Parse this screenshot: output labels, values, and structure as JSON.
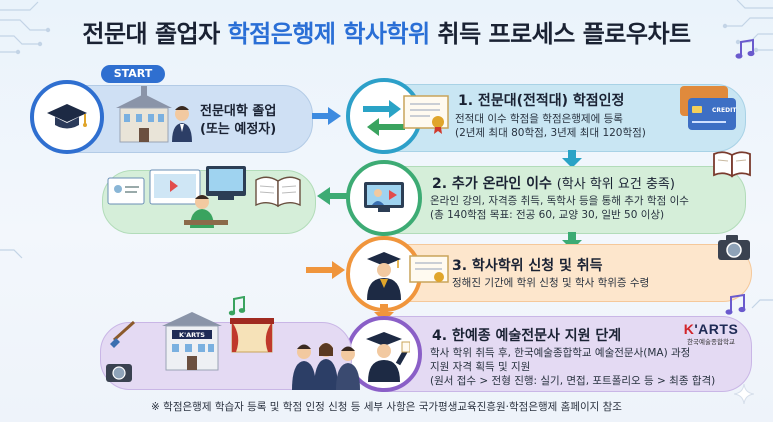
{
  "title": {
    "part1": "전문대 졸업자 ",
    "part2": "학점은행제 학사학위",
    "part3": " 취득 프로세스 플로우차트"
  },
  "start_label": "START",
  "start_node": {
    "line1": "전문대학 졸업",
    "line2": "(또는 예정자)"
  },
  "stages": [
    {
      "title": "1. 전문대(전적대) 학점인정",
      "lines": [
        "전적대 이수 학점을 학점은행제에 등록",
        "(2년제 최대 80학점, 3년제 최대 120학점)"
      ],
      "card_label": "CREDIT"
    },
    {
      "title_main": "2. 추가 온라인 이수",
      "title_sub": "(학사 학위 요건 충족)",
      "lines": [
        "온라인 강의, 자격증 취득, 독학사 등을 통해 추가 학점 이수",
        "(총 140학점 목표: 전공 60, 교양 30, 일반 50 이상)"
      ]
    },
    {
      "title": "3. 학사학위 신청 및 취득",
      "lines": [
        "정해진 기간에 학위 신청 및 학사 학위증 수령"
      ]
    },
    {
      "title": "4. 한예종 예술전문사 지원 단계",
      "lines": [
        "학사 학위 취득 후, 한국예술종합학교 예술전문사(MA) 과정",
        "지원 자격 획득 및 지원",
        "(원서 접수 > 전형 진행: 실기, 면접, 포트폴리오 등 > 최종 합격)"
      ]
    }
  ],
  "karts": {
    "logo_k": "K",
    "logo_rest": "ARTS",
    "subtitle": "한국예술종합학교",
    "building_sign": "K'ARTS"
  },
  "footnote": "※ 학점은행제 학습자 등록 및 학점 인정 신청 등 세부 사항은 국가평생교육진흥원·학점은행제 홈페이지 참조",
  "colors": {
    "stage1": "#c9e6f3",
    "stage2": "#d5eed9",
    "stage3": "#fde6cc",
    "stage4": "#e4daf3",
    "start": "#cfe0f4",
    "arrow_blue": "#3d8be0",
    "arrow_green": "#3dab74",
    "arrow_orange": "#f0953c",
    "title_accent": "#2a6fd6"
  }
}
